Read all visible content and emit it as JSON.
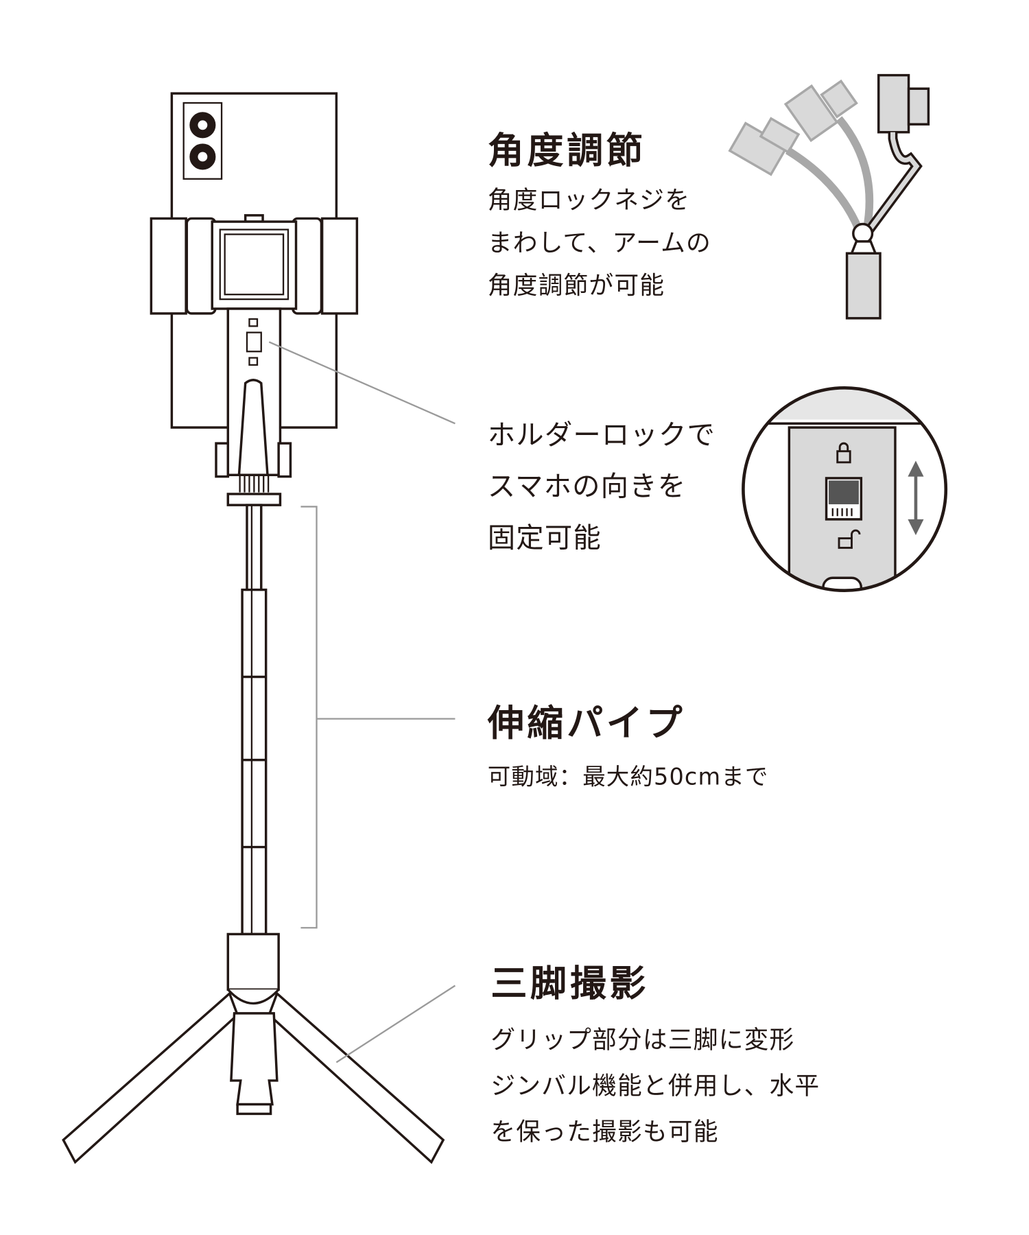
{
  "sections": [
    {
      "title": "角度調節",
      "lines": [
        "角度ロックネジを",
        "まわして、アームの",
        "角度調節が可能"
      ]
    },
    {
      "title": "",
      "lines": [
        "ホルダーロックで",
        "スマホの向きを",
        "固定可能"
      ]
    },
    {
      "title": "伸縮パイプ",
      "lines": [
        "可動域：最大約50cmまで"
      ]
    },
    {
      "title": "三脚撮影",
      "lines": [
        "グリップ部分は三脚に変形",
        "ジンバル機能と併用し、水平",
        "を保った撮影も可能"
      ]
    }
  ],
  "colors": {
    "text": "#231815",
    "line": "#231815",
    "leader": "#9a9a9a",
    "gray": "#d9d9d9"
  }
}
